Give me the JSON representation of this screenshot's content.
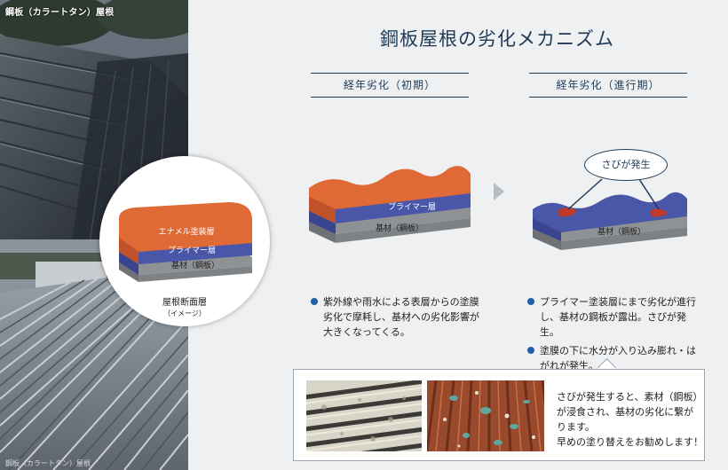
{
  "photo": {
    "label": "鋼板（カラートタン）屋根",
    "caption": "鋼板（カラートタン）屋根"
  },
  "cross_section": {
    "layer_top": "エナメル塗装層",
    "layer_mid": "プライマー層",
    "layer_base": "基材（鋼板）",
    "caption_main": "屋根断面層",
    "caption_sub": "（イメージ）"
  },
  "title": "鋼板屋根の劣化メカニズム",
  "stages": [
    {
      "heading": "経年劣化（初期）",
      "layer_mid": "プライマー層",
      "layer_base": "基材（鋼板）",
      "bullets": [
        "紫外線や雨水による表層からの塗膜劣化で摩耗し、基材への劣化影響が大きくなってくる。"
      ]
    },
    {
      "heading": "経年劣化（進行期）",
      "layer_base": "基材（鋼板）",
      "bubble": "さびが発生",
      "bullets": [
        "プライマー塗装層にまで劣化が進行し、基材の鋼板が露出。さびが発生。",
        "塗膜の下に水分が入り込み膨れ・はがれが発生。"
      ]
    }
  ],
  "note": {
    "lines": [
      "さびが発生すると、素材（鋼板）",
      "が浸食され、基材の劣化に繋が",
      "ります。",
      "早めの塗り替えをお勧めします！"
    ]
  },
  "colors": {
    "navy": "#1f3a57",
    "enamel": "#e06a35",
    "primer": "#4a57a8",
    "base": "#8f9294",
    "rust": "#c0392b",
    "bullet": "#1f5fa6"
  }
}
